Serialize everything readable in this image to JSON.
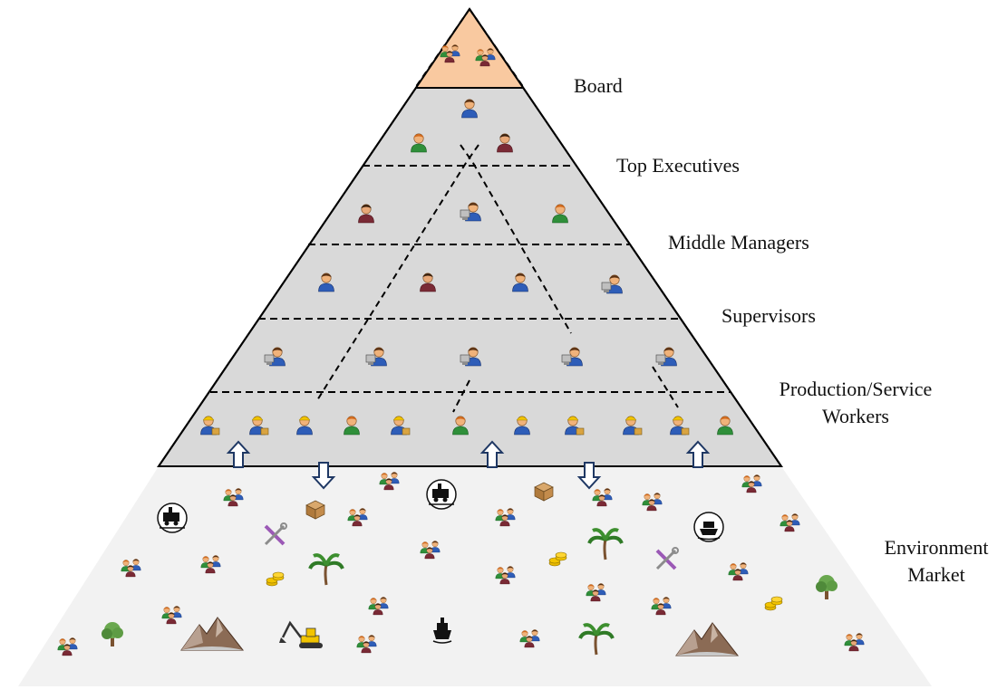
{
  "colors": {
    "board_fill": "#f9c9a0",
    "org_fill": "#d9d9d9",
    "env_fill": "#f2f2f2",
    "outline": "#000000",
    "arrow_stroke": "#1f3864"
  },
  "labels": {
    "board": "Board",
    "top_executives": "Top Executives",
    "middle_managers": "Middle Managers",
    "supervisors": "Supervisors",
    "production_line1": "Production/Service",
    "production_line2": "Workers",
    "environment_line1": "Environment",
    "environment_line2": "Market"
  },
  "icons": {
    "person": "person-icon",
    "group": "people-group-icon",
    "computer_user": "computer-user-icon",
    "worker": "worker-icon",
    "tree": "tree-icon",
    "palm": "palm-tree-icon",
    "mountain": "mountain-icon",
    "excavator": "excavator-icon",
    "ship": "ship-icon",
    "train": "train-icon",
    "coins": "coins-icon",
    "box": "box-icon",
    "tools": "tools-icon"
  }
}
